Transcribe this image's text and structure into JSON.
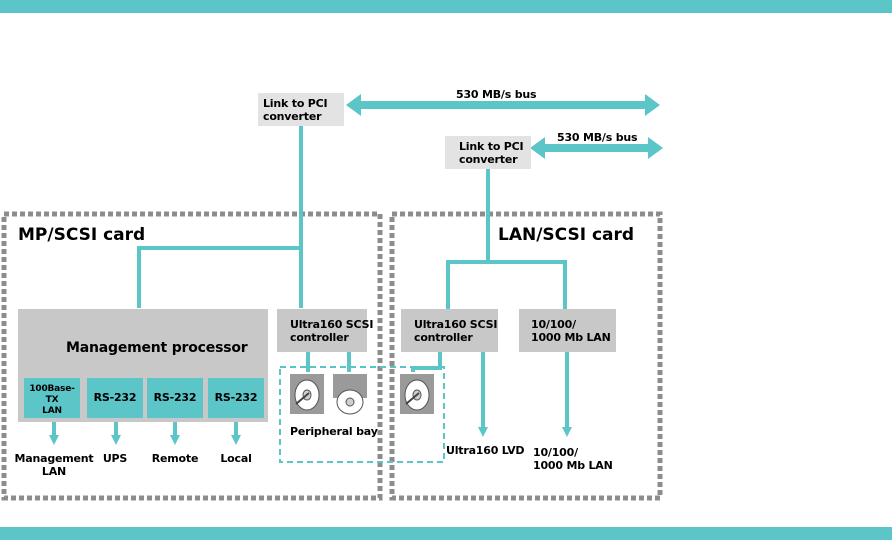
{
  "colors": {
    "accent": "#5bc5c8",
    "box_gray": "#c8c8c8",
    "converter_gray": "#e3e3e3",
    "dotted_border": "#8c8c8c",
    "disk_gray": "#9a9a9a"
  },
  "converters": {
    "left": {
      "line1": "Link to PCI",
      "line2": "converter"
    },
    "right": {
      "line1": "Link to PCI",
      "line2": "converter"
    }
  },
  "buses": {
    "top": "530 MB/s bus",
    "bottom": "530 MB/s bus"
  },
  "cards": {
    "mp_scsi": {
      "title": "MP/SCSI card"
    },
    "lan_scsi": {
      "title": "LAN/SCSI card"
    }
  },
  "management_processor": {
    "title": "Management processor",
    "ports": [
      {
        "line1": "100Base-TX",
        "line2": "LAN",
        "output_line1": "Management",
        "output_line2": "LAN"
      },
      {
        "line1": "RS-232",
        "line2": "",
        "output_line1": "UPS",
        "output_line2": ""
      },
      {
        "line1": "RS-232",
        "line2": "",
        "output_line1": "Remote",
        "output_line2": ""
      },
      {
        "line1": "RS-232",
        "line2": "",
        "output_line1": "Local",
        "output_line2": ""
      }
    ]
  },
  "controllers": {
    "mp_scsi": {
      "line1": "Ultra160 SCSI",
      "line2": "controller"
    },
    "lan_scsi": {
      "line1": "Ultra160 SCSI",
      "line2": "controller"
    },
    "lan": {
      "line1": "10/100/",
      "line2": "1000 Mb LAN"
    }
  },
  "peripheral_bay": {
    "label": "Peripheral bay"
  },
  "outputs": {
    "ultra160": "Ultra160 LVD",
    "lan_line1": "10/100/",
    "lan_line2": "1000 Mb LAN"
  },
  "icons": [
    "hard-disk-icon",
    "cd-drive-icon",
    "hard-disk-icon"
  ]
}
